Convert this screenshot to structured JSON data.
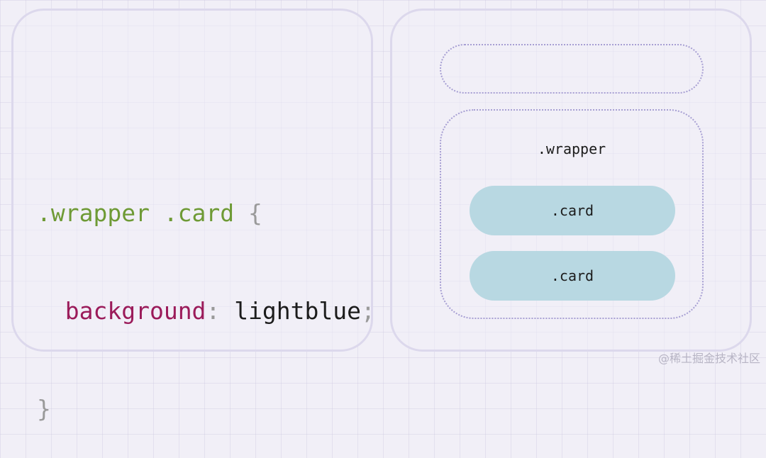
{
  "code": {
    "line1": {
      "selector": ".wrapper .card",
      "open_brace": "{"
    },
    "line2": {
      "property": "background",
      "colon": ":",
      "value": "lightblue",
      "semicolon": ";"
    },
    "line3": {
      "close_brace": "}"
    }
  },
  "diagram": {
    "wrapper_label": ".wrapper",
    "cards": [
      {
        "label": ".card"
      },
      {
        "label": ".card"
      }
    ]
  },
  "watermark": "@稀土掘金技术社区",
  "colors": {
    "selector": "#6e9a35",
    "property": "#9b1b5a",
    "punctuation": "#9a9a9a",
    "card_background": "#b8d8e2",
    "dotted_border": "#a79fd3",
    "panel_border": "#dcd8ec",
    "background": "#f1eff7"
  }
}
